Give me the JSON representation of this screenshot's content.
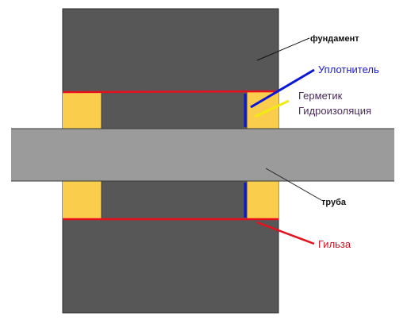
{
  "labels": {
    "foundation": "фундамент",
    "sealant_gasket": "Уплотнитель",
    "sealant": "Герметик",
    "waterproofing": "Гидроизоляция",
    "pipe": "труба",
    "sleeve": "Гильза"
  },
  "colors": {
    "background": "#ffffff",
    "foundation": "#575757",
    "foundation_border": "#2b2b2b",
    "pipe": "#9b9b9b",
    "pipe_border": "#3a3a3a",
    "sealant_fill": "#fbcd4d",
    "sleeve_line": "#e8101c",
    "gasket_line": "#0a17d6",
    "sealant_leader": "#f1ec10",
    "label_dark": "#111111",
    "label_gasket": "#1b1bd0",
    "label_sealant": "#4a2a5a",
    "label_sleeve": "#cf1020"
  }
}
